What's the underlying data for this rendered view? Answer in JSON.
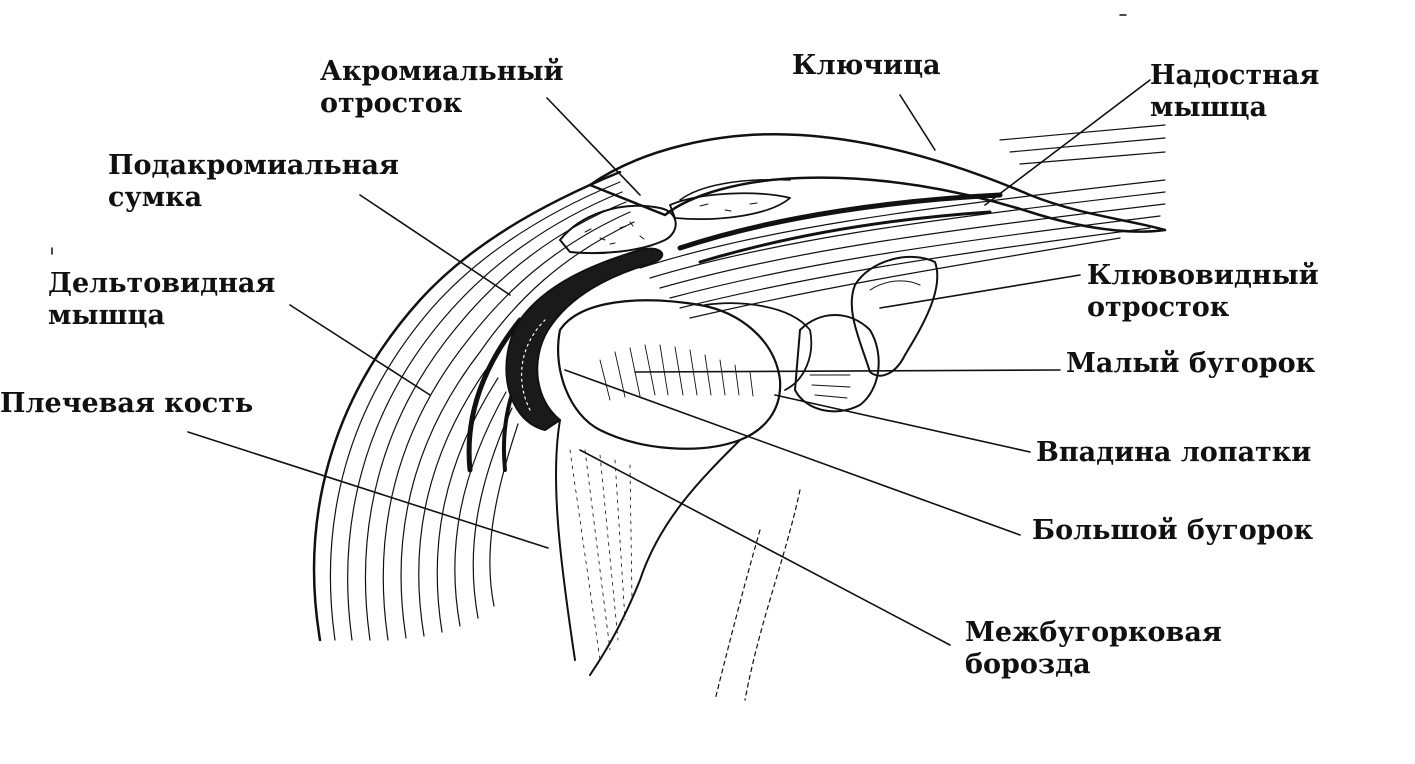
{
  "labels": {
    "acromion": [
      "Акромиальный",
      "отросток"
    ],
    "clavicle": [
      "Ключица"
    ],
    "supraspinatus": [
      "Надостная",
      "мышца"
    ],
    "subacromial_bursa": [
      "Подакромиальная",
      "сумка"
    ],
    "deltoid": [
      "Дельтовидная",
      "мышца"
    ],
    "coracoid": [
      "Клювовидный",
      "отросток"
    ],
    "lesser_tubercle": [
      "Малый бугорок"
    ],
    "humerus": [
      "Плечевая кость"
    ],
    "glenoid": [
      "Впадина лопатки"
    ],
    "greater_tubercle": [
      "Большой бугорок"
    ],
    "intertubercular_groove": [
      "Межбугорковая",
      "борозда"
    ]
  },
  "colors": {
    "ink": "#111111",
    "paper": "#ffffff"
  }
}
